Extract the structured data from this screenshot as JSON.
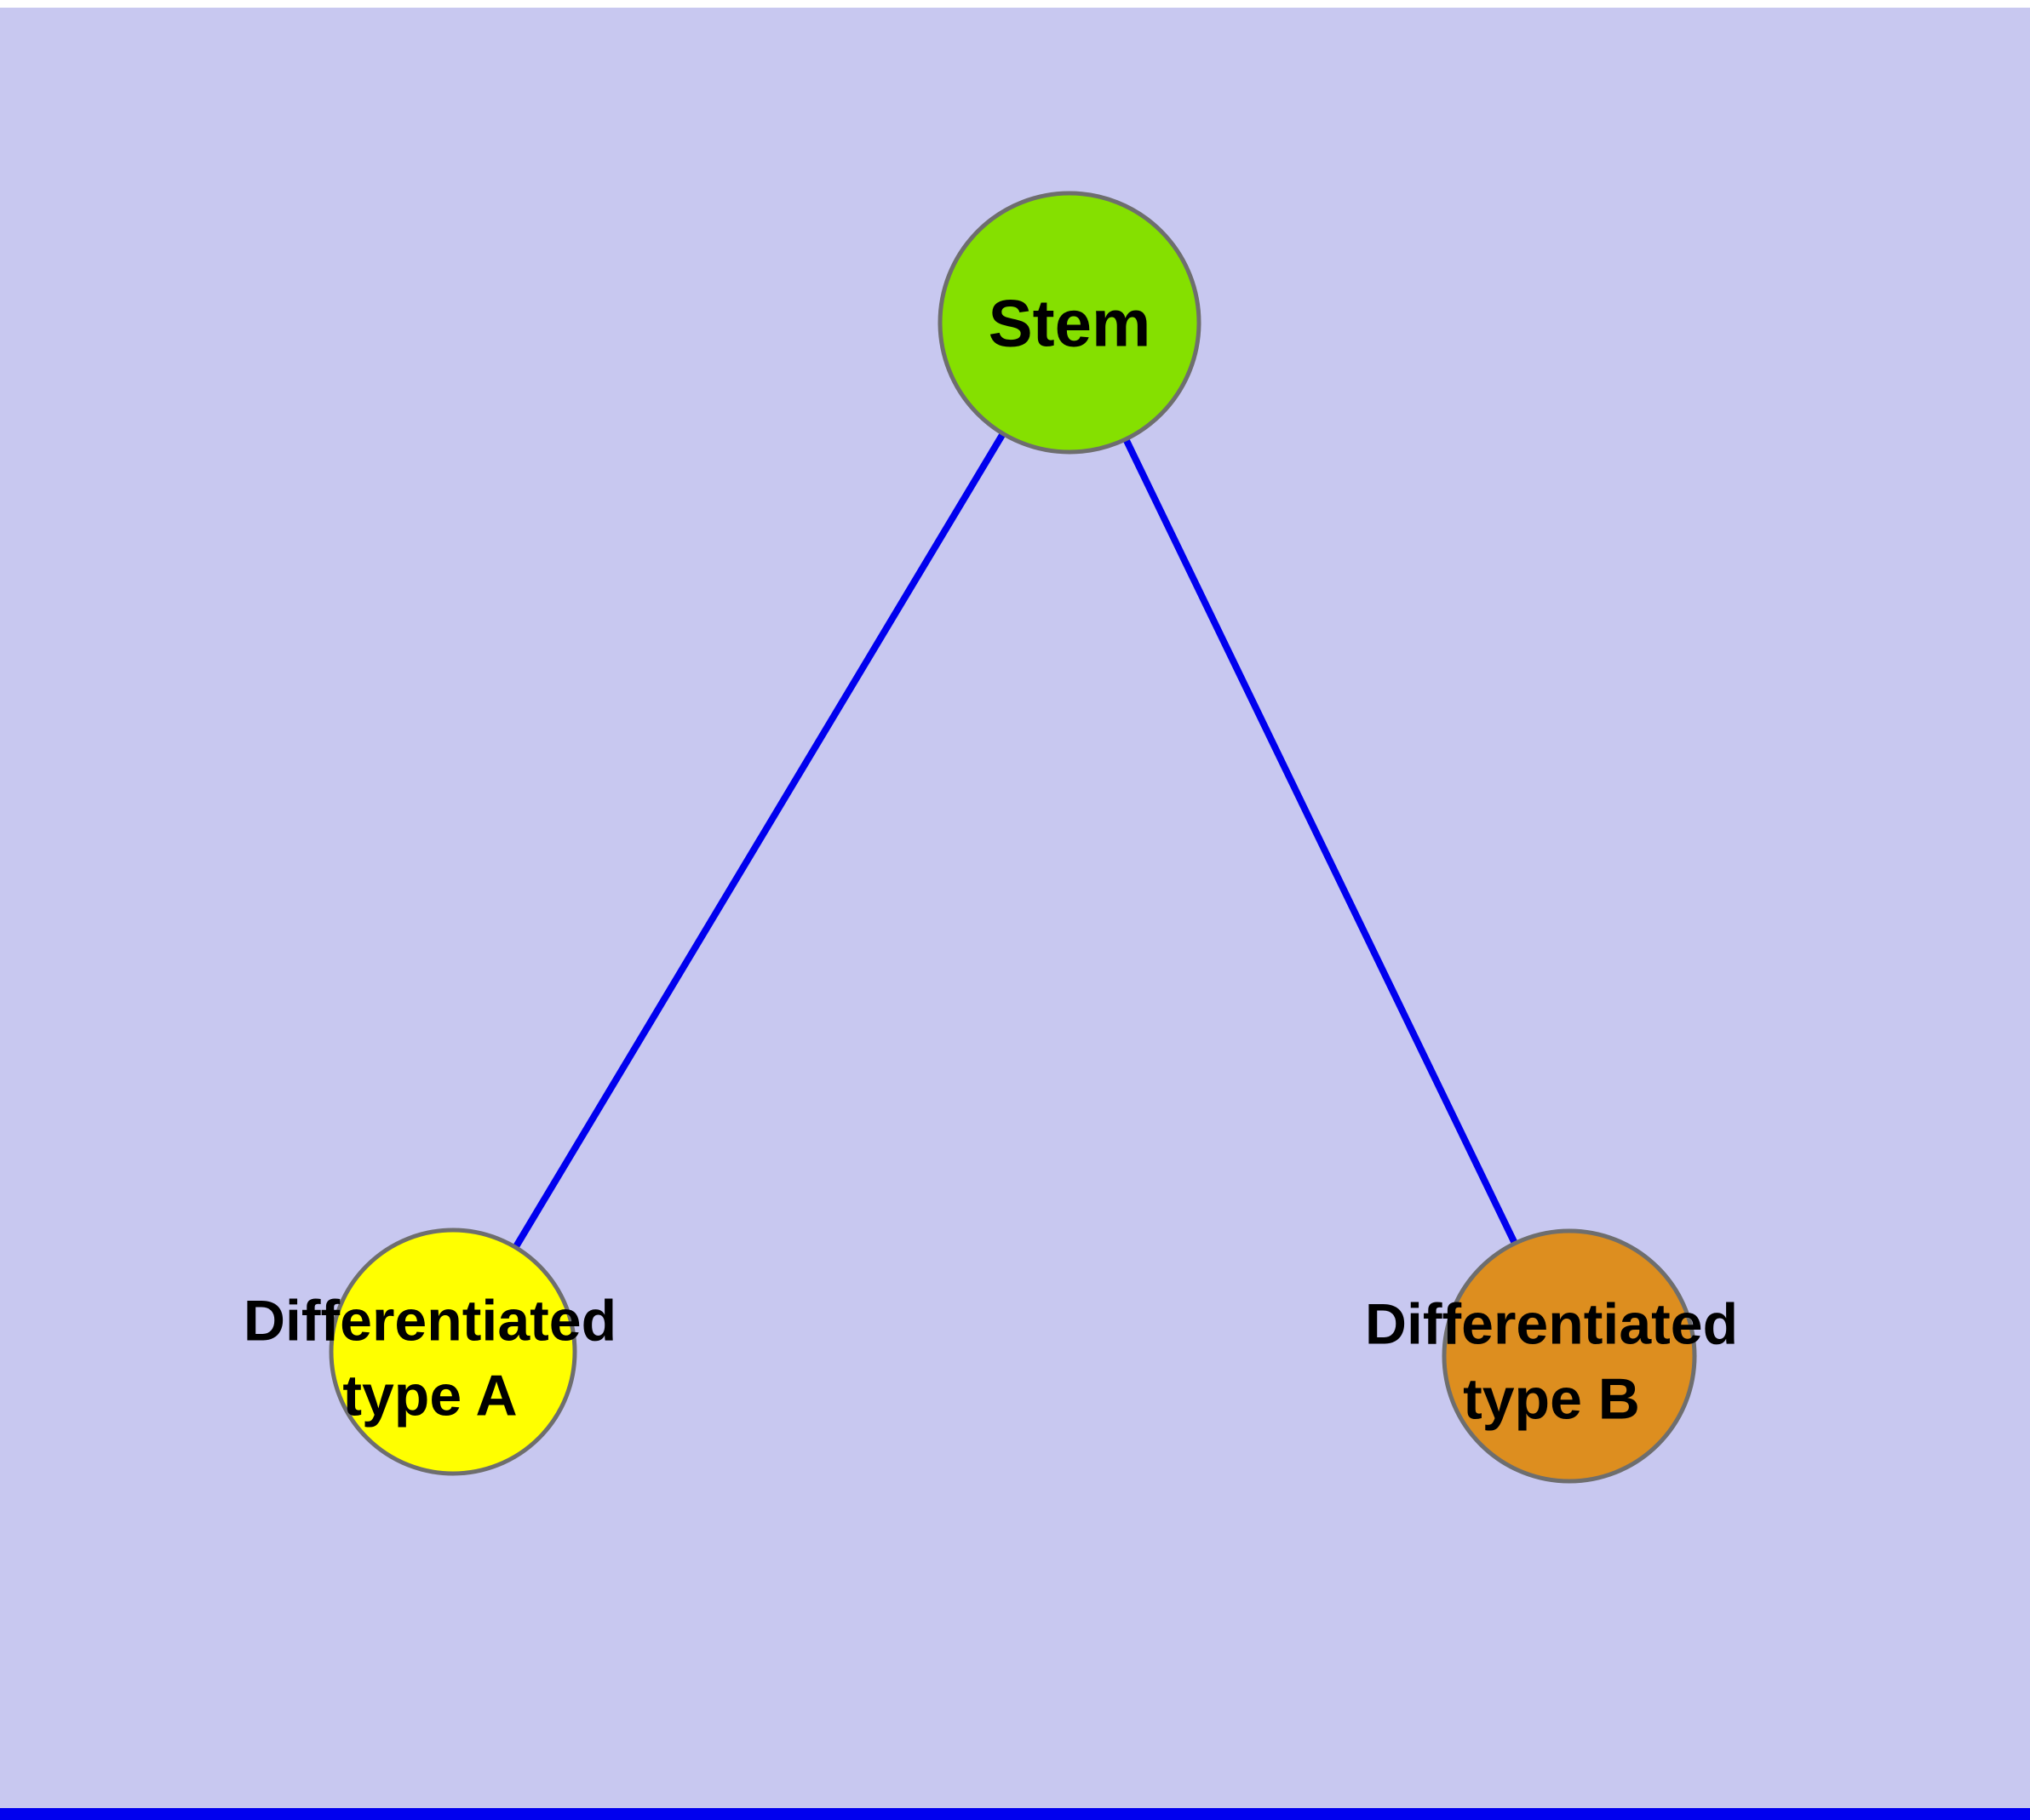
{
  "diagram": {
    "nodes": {
      "stem": {
        "id": "stem",
        "label": "Stem",
        "fill": "#85e000"
      },
      "type_a": {
        "id": "type_a",
        "label_line1": "Differentiated",
        "label_line2": "type A",
        "fill": "#ffff00"
      },
      "type_b": {
        "id": "type_b",
        "label_line1": "Differentiated",
        "label_line2": "type B",
        "fill": "#dd8e1f"
      }
    },
    "edges": [
      {
        "from": "stem",
        "to": "type_a"
      },
      {
        "from": "stem",
        "to": "type_b"
      }
    ],
    "colors": {
      "background": "#c8c8f0",
      "edge": "#0000ee",
      "node_stroke": "#6e6e6e",
      "label_text": "#000000",
      "top_bar": "#ffffff",
      "bottom_bar": "#0000ee"
    }
  }
}
